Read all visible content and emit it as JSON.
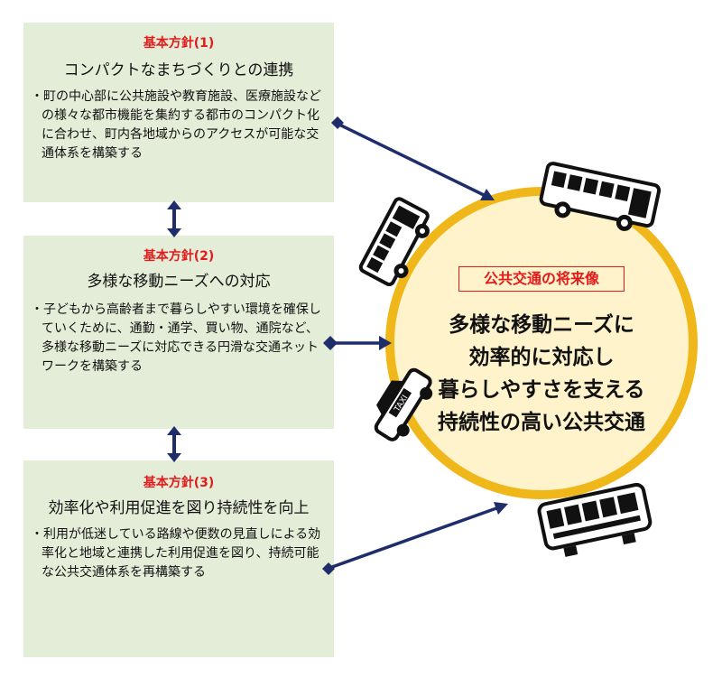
{
  "policies": [
    {
      "label": "基本方針(1)",
      "title": "コンパクトなまちづくりとの連携",
      "body": "・町の中心部に公共施設や教育施設、医療施設などの様々な都市機能を集約する都市のコンパクト化に合わせ、町内各地域からのアクセスが可能な交通体系を構築する"
    },
    {
      "label": "基本方針(2)",
      "title": "多様な移動ニーズへの対応",
      "body": "・子どもから高齢者まで暮らしやすい環境を確保していくために、通勤・通学、買い物、通院など、多様な移動ニーズに対応できる円滑な交通ネットワークを構築する"
    },
    {
      "label": "基本方針(3)",
      "title": "効率化や利用促進を図り持続性を向上",
      "body": "・利用が低迷している路線や便数の見直しによる効率化と地域と連携した利用促進を図り、持続可能な公共交通体系を再構築する"
    }
  ],
  "vision": {
    "tag": "公共交通の将来像",
    "lines": [
      "多様な移動ニーズに",
      "効率的に対応し",
      "暮らしやすさを支える",
      "持続性の高い公共交通"
    ]
  },
  "taxi_sign": "TAXI",
  "colors": {
    "box_fill": "#e3edd7",
    "label_red": "#e31b1b",
    "circle_fill": "#fff3cc",
    "circle_border": "#f0b71b",
    "arrow": "#1f2d6b"
  },
  "icons": [
    "bus-icon",
    "bus-icon",
    "taxi-icon",
    "bus-icon"
  ]
}
